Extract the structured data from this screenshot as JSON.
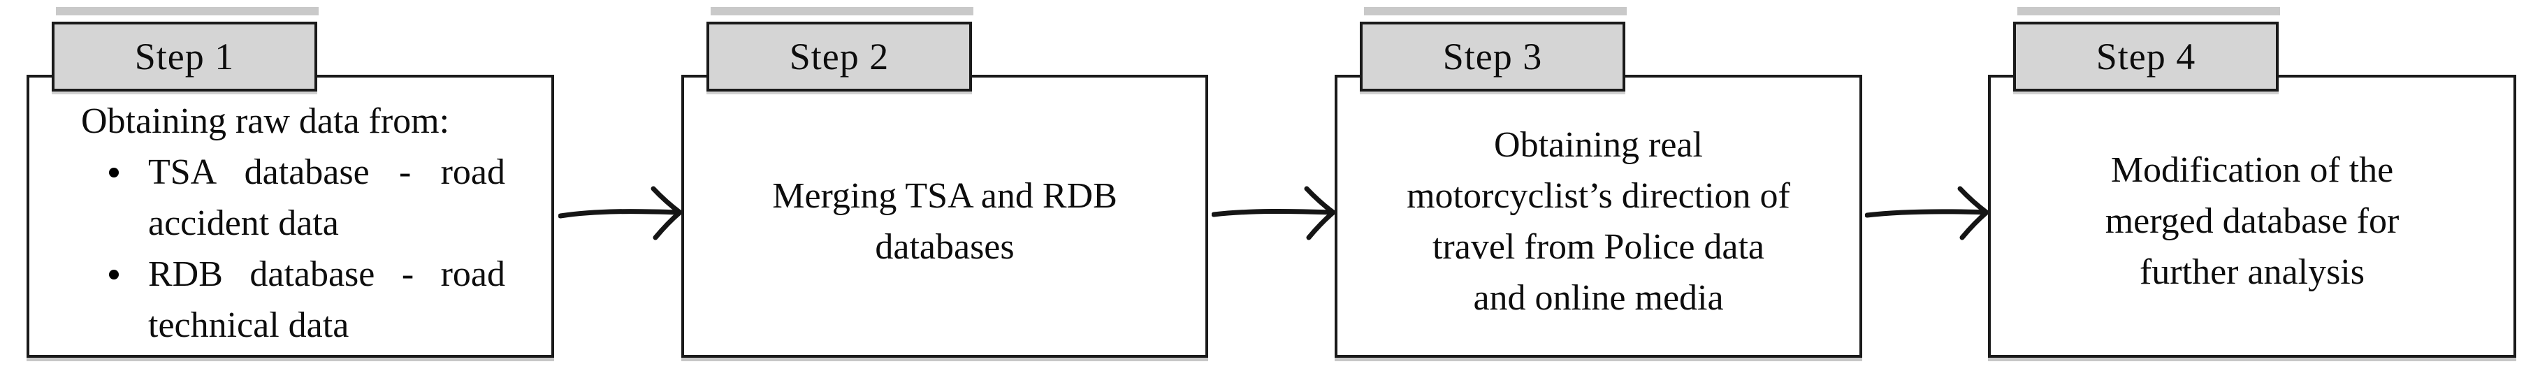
{
  "figure": {
    "type": "flowchart",
    "direction": "left-to-right",
    "step_count": 4,
    "arrow_count": 3
  },
  "colors": {
    "tab_fill": "#d5d5d5",
    "line": "#1a1a1a",
    "text": "#0d0d0d",
    "background": "#ffffff"
  },
  "arrow": {
    "glyph": "right-arrow",
    "style": "hand-drawn open head"
  },
  "steps": [
    {
      "label": "Step 1",
      "intro": "Obtaining raw data from:",
      "bullets": [
        {
          "lines": [
            "TSA database - road",
            "accident data"
          ]
        },
        {
          "lines": [
            "RDB database - road",
            "technical data"
          ]
        }
      ]
    },
    {
      "label": "Step 2",
      "lines": [
        "Merging TSA and RDB",
        "databases"
      ]
    },
    {
      "label": "Step 3",
      "lines": [
        "Obtaining real",
        "motorcyclist’s direction of",
        "travel from Police data",
        "and online media"
      ]
    },
    {
      "label": "Step 4",
      "lines": [
        "Modification of the",
        "merged database for",
        "further analysis"
      ]
    }
  ]
}
